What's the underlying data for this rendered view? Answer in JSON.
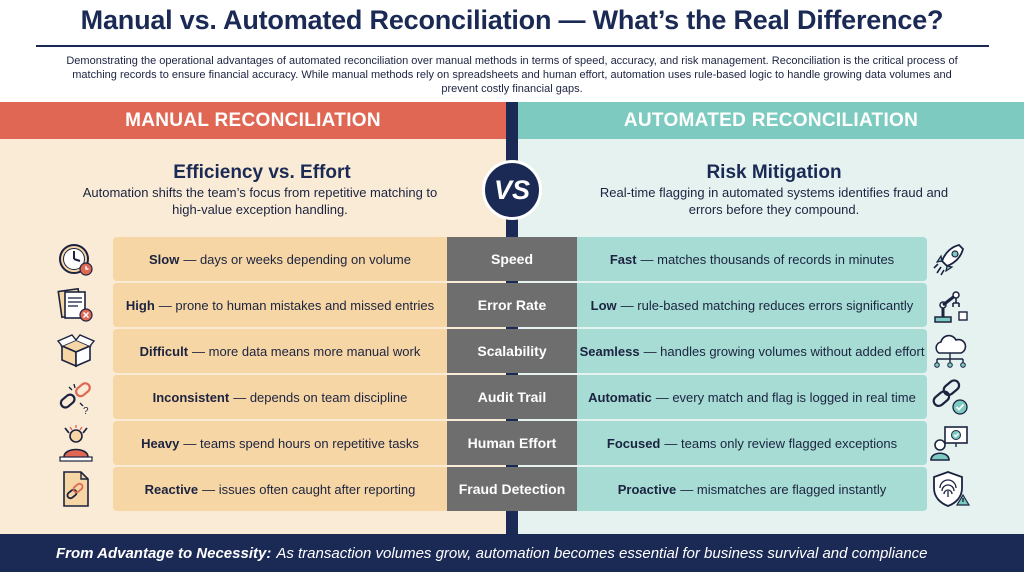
{
  "header": {
    "title": "Manual vs. Automated Reconciliation — What’s the Real Difference?",
    "intro": "Demonstrating the operational advantages of automated reconciliation over manual methods in terms of speed, accuracy, and risk management. Reconciliation is the critical process of matching records to ensure financial accuracy. While manual methods rely on spreadsheets and human effort, automation uses rule-based logic to handle growing data volumes and prevent costly financial gaps."
  },
  "left": {
    "band": "MANUAL RECONCILIATION",
    "title": "Efficiency vs. Effort",
    "desc_line1": "Automation shifts the team’s focus from repetitive matching to",
    "desc_line2": "high-value exception handling."
  },
  "right": {
    "band": "AUTOMATED RECONCILIATION",
    "title": "Risk Mitigation",
    "desc_line1": "Real-time flagging in automated systems identifies fraud and",
    "desc_line2": "errors before they compound."
  },
  "vs_label": "VS",
  "rows": [
    {
      "criterion": "Speed",
      "manual_key": "Slow",
      "manual_text": "— days or weeks depending on volume",
      "auto_key": "Fast",
      "auto_text": "— matches thousands of records in minutes",
      "manual_icon": "clock-icon",
      "auto_icon": "rocket-icon"
    },
    {
      "criterion": "Error Rate",
      "manual_key": "High",
      "manual_text": "— prone to human mistakes and missed entries",
      "auto_key": "Low",
      "auto_text": "— rule-based matching reduces errors significantly",
      "manual_icon": "documents-error-icon",
      "auto_icon": "robot-arm-icon"
    },
    {
      "criterion": "Scalability",
      "manual_key": "Difficult",
      "manual_text": "— more data means more manual work",
      "auto_key": "Seamless",
      "auto_text": "— handles growing volumes without added effort",
      "manual_icon": "open-box-icon",
      "auto_icon": "cloud-network-icon"
    },
    {
      "criterion": "Audit Trail",
      "manual_key": "Inconsistent",
      "manual_text": "— depends on team discipline",
      "auto_key": "Automatic",
      "auto_text": "— every match and flag is logged in real time",
      "manual_icon": "broken-link-icon",
      "auto_icon": "link-check-icon"
    },
    {
      "criterion": "Human Effort",
      "manual_key": "Heavy",
      "manual_text": "— teams spend hours on repetitive tasks",
      "auto_key": "Focused",
      "auto_text": "— teams only review flagged exceptions",
      "manual_icon": "stressed-person-icon",
      "auto_icon": "person-monitor-check-icon"
    },
    {
      "criterion": "Fraud Detection",
      "manual_key": "Reactive",
      "manual_text": "— issues often caught after reporting",
      "auto_key": "Proactive",
      "auto_text": "— mismatches are flagged instantly",
      "manual_icon": "document-link-icon",
      "auto_icon": "shield-fingerprint-icon"
    }
  ],
  "footer": {
    "lead": "From Advantage to Necessity:",
    "text": "As transaction volumes grow, automation becomes essential for business survival and compliance"
  },
  "colors": {
    "navy": "#1b2a55",
    "manual_band": "#e06753",
    "auto_band": "#7dcbc0",
    "manual_cell": "#f6d6a4",
    "auto_cell": "#a6dcd4",
    "criterion_cell": "#6e6e6e"
  }
}
